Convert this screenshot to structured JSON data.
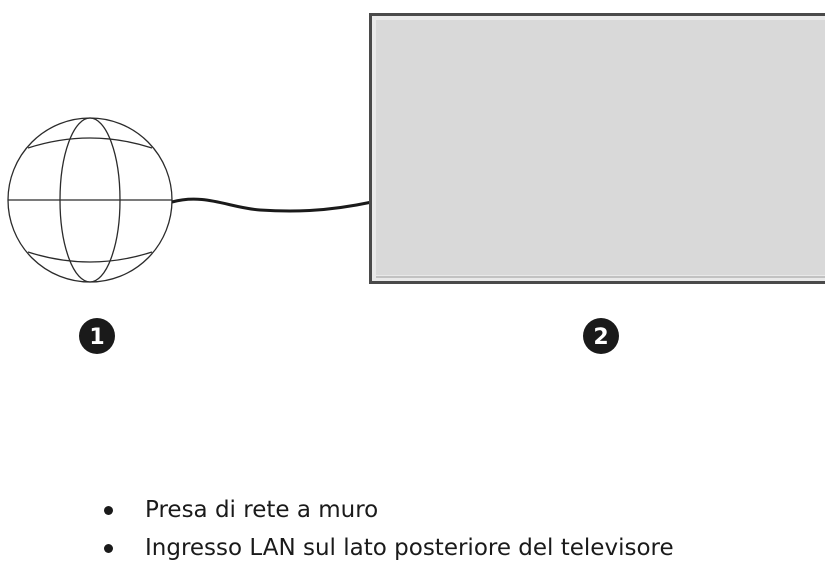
{
  "diagram": {
    "globe": {
      "icon": "globe-icon",
      "label": "1"
    },
    "tv": {
      "icon": "tv-icon",
      "label": "2",
      "screen_color": "#d9d9d9",
      "frame_color": "#4a4a4a"
    },
    "cable": {
      "icon": "lan-cable",
      "color": "#1a1a1a"
    }
  },
  "legend": {
    "items": [
      {
        "text": "Presa di rete a muro"
      },
      {
        "text": "Ingresso LAN sul lato posteriore del televisore"
      }
    ]
  }
}
